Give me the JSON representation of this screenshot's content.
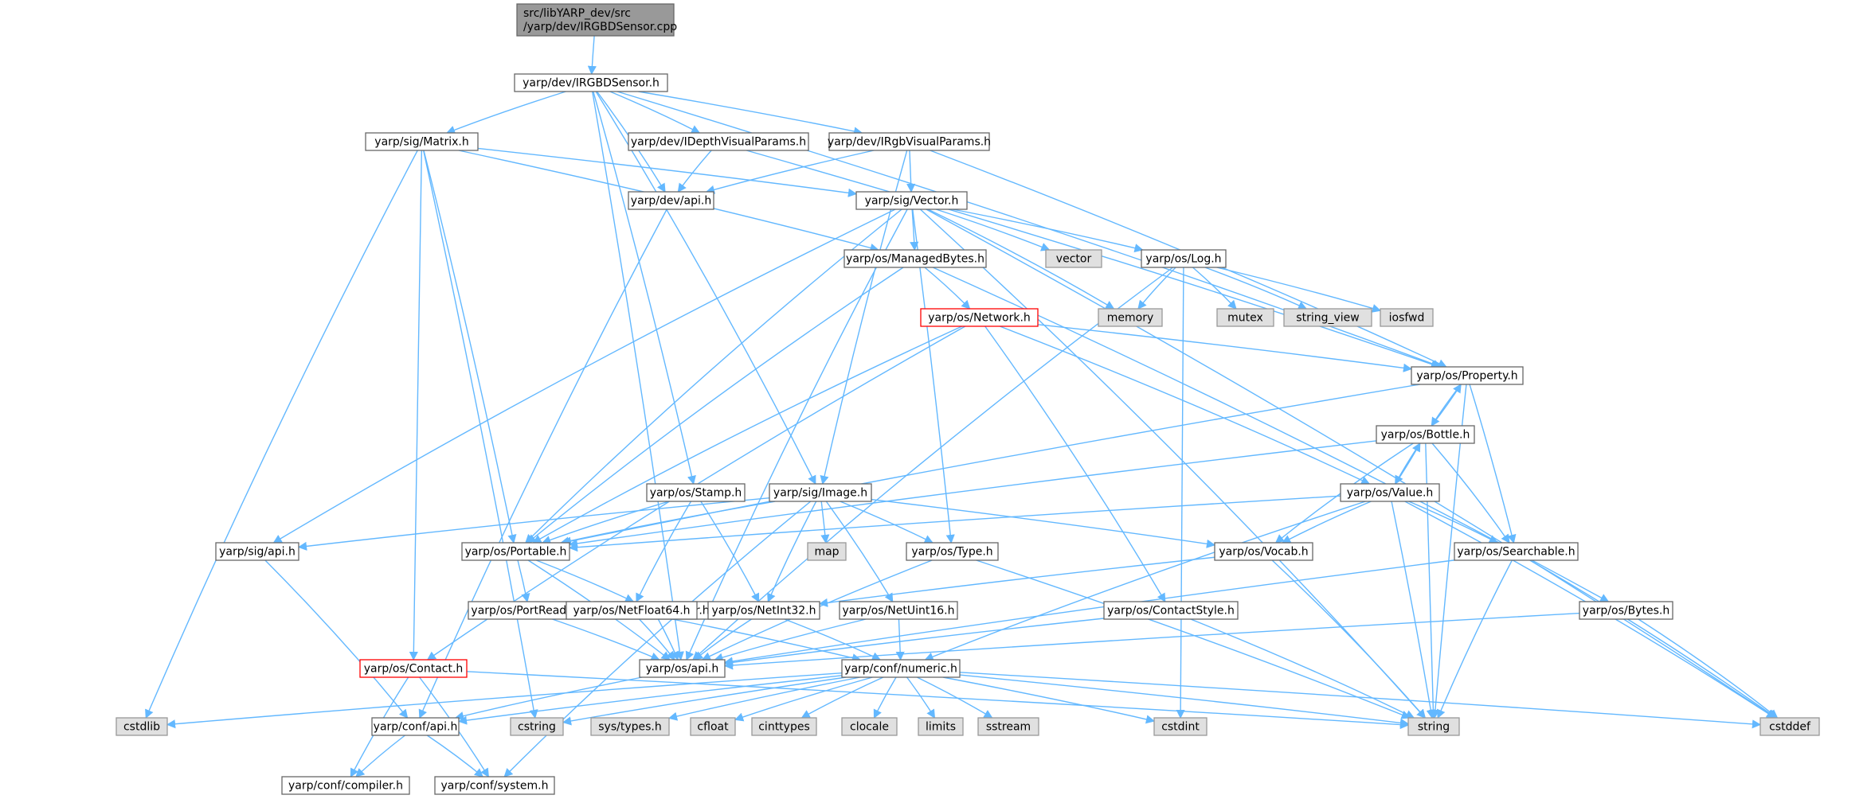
{
  "colors": {
    "edge": "#63b8ff",
    "root_fill": "#999999",
    "header_fill": "#ffffff",
    "header_border": "#666666",
    "system_fill": "#e0e0e0",
    "system_border": "#999999",
    "truncated_border": "#ff0000",
    "text": "#000000"
  },
  "nodes": [
    {
      "id": "root",
      "label_lines": [
        "src/libYARP_dev/src",
        "/yarp/dev/IRGBDSensor.cpp"
      ],
      "kind": "root"
    },
    {
      "id": "IRGBDSensor_h",
      "label_lines": [
        "yarp/dev/IRGBDSensor.h"
      ],
      "kind": "header"
    },
    {
      "id": "sig_Matrix_h",
      "label_lines": [
        "yarp/sig/Matrix.h"
      ],
      "kind": "header"
    },
    {
      "id": "dev_IDepthVisualParams_h",
      "label_lines": [
        "yarp/dev/IDepthVisualParams.h"
      ],
      "kind": "header"
    },
    {
      "id": "dev_IRgbVisualParams_h",
      "label_lines": [
        "yarp/dev/IRgbVisualParams.h"
      ],
      "kind": "header"
    },
    {
      "id": "dev_api_h",
      "label_lines": [
        "yarp/dev/api.h"
      ],
      "kind": "header"
    },
    {
      "id": "sig_Vector_h",
      "label_lines": [
        "yarp/sig/Vector.h"
      ],
      "kind": "header"
    },
    {
      "id": "os_ManagedBytes_h",
      "label_lines": [
        "yarp/os/ManagedBytes.h"
      ],
      "kind": "header"
    },
    {
      "id": "vector",
      "label_lines": [
        "vector"
      ],
      "kind": "system"
    },
    {
      "id": "os_Log_h",
      "label_lines": [
        "yarp/os/Log.h"
      ],
      "kind": "header"
    },
    {
      "id": "memory",
      "label_lines": [
        "memory"
      ],
      "kind": "system"
    },
    {
      "id": "mutex",
      "label_lines": [
        "mutex"
      ],
      "kind": "system"
    },
    {
      "id": "string_view",
      "label_lines": [
        "string_view"
      ],
      "kind": "system"
    },
    {
      "id": "iosfwd",
      "label_lines": [
        "iosfwd"
      ],
      "kind": "system"
    },
    {
      "id": "os_Network_h",
      "label_lines": [
        "yarp/os/Network.h"
      ],
      "kind": "truncated"
    },
    {
      "id": "os_Property_h",
      "label_lines": [
        "yarp/os/Property.h"
      ],
      "kind": "header"
    },
    {
      "id": "os_Bottle_h",
      "label_lines": [
        "yarp/os/Bottle.h"
      ],
      "kind": "header"
    },
    {
      "id": "os_Stamp_h",
      "label_lines": [
        "yarp/os/Stamp.h"
      ],
      "kind": "header"
    },
    {
      "id": "sig_Image_h",
      "label_lines": [
        "yarp/sig/Image.h"
      ],
      "kind": "header"
    },
    {
      "id": "os_Value_h",
      "label_lines": [
        "yarp/os/Value.h"
      ],
      "kind": "header"
    },
    {
      "id": "sig_api_h",
      "label_lines": [
        "yarp/sig/api.h"
      ],
      "kind": "header"
    },
    {
      "id": "os_Portable_h",
      "label_lines": [
        "yarp/os/Portable.h"
      ],
      "kind": "header"
    },
    {
      "id": "map",
      "label_lines": [
        "map"
      ],
      "kind": "system"
    },
    {
      "id": "os_Type_h",
      "label_lines": [
        "yarp/os/Type.h"
      ],
      "kind": "header"
    },
    {
      "id": "os_Vocab_h",
      "label_lines": [
        "yarp/os/Vocab.h"
      ],
      "kind": "header"
    },
    {
      "id": "os_Searchable_h",
      "label_lines": [
        "yarp/os/Searchable.h"
      ],
      "kind": "header"
    },
    {
      "id": "os_PortReader_h",
      "label_lines": [
        "yarp/os/PortReader.h"
      ],
      "kind": "header"
    },
    {
      "id": "os_PortWriter_h",
      "label_lines": [
        "yarp/os/PortWriter.h"
      ],
      "kind": "header"
    },
    {
      "id": "os_NetFloat64_h",
      "label_lines": [
        "yarp/os/NetFloat64.h"
      ],
      "kind": "header"
    },
    {
      "id": "os_NetInt32_h",
      "label_lines": [
        "yarp/os/NetInt32.h"
      ],
      "kind": "header"
    },
    {
      "id": "os_NetUint16_h",
      "label_lines": [
        "yarp/os/NetUint16.h"
      ],
      "kind": "header"
    },
    {
      "id": "os_ContactStyle_h",
      "label_lines": [
        "yarp/os/ContactStyle.h"
      ],
      "kind": "header"
    },
    {
      "id": "os_Bytes_h",
      "label_lines": [
        "yarp/os/Bytes.h"
      ],
      "kind": "header"
    },
    {
      "id": "os_Contact_h",
      "label_lines": [
        "yarp/os/Contact.h"
      ],
      "kind": "truncated"
    },
    {
      "id": "os_api_h",
      "label_lines": [
        "yarp/os/api.h"
      ],
      "kind": "header"
    },
    {
      "id": "conf_numeric_h",
      "label_lines": [
        "yarp/conf/numeric.h"
      ],
      "kind": "header"
    },
    {
      "id": "cstdlib",
      "label_lines": [
        "cstdlib"
      ],
      "kind": "system"
    },
    {
      "id": "conf_api_h",
      "label_lines": [
        "yarp/conf/api.h"
      ],
      "kind": "header"
    },
    {
      "id": "cstring",
      "label_lines": [
        "cstring"
      ],
      "kind": "system"
    },
    {
      "id": "sys_types_h",
      "label_lines": [
        "sys/types.h"
      ],
      "kind": "system"
    },
    {
      "id": "cfloat",
      "label_lines": [
        "cfloat"
      ],
      "kind": "system"
    },
    {
      "id": "cinttypes",
      "label_lines": [
        "cinttypes"
      ],
      "kind": "system"
    },
    {
      "id": "clocale",
      "label_lines": [
        "clocale"
      ],
      "kind": "system"
    },
    {
      "id": "limits",
      "label_lines": [
        "limits"
      ],
      "kind": "system"
    },
    {
      "id": "sstream",
      "label_lines": [
        "sstream"
      ],
      "kind": "system"
    },
    {
      "id": "cstdint",
      "label_lines": [
        "cstdint"
      ],
      "kind": "system"
    },
    {
      "id": "string",
      "label_lines": [
        "string"
      ],
      "kind": "system"
    },
    {
      "id": "cstddef",
      "label_lines": [
        "cstddef"
      ],
      "kind": "system"
    },
    {
      "id": "conf_compiler_h",
      "label_lines": [
        "yarp/conf/compiler.h"
      ],
      "kind": "header"
    },
    {
      "id": "conf_system_h",
      "label_lines": [
        "yarp/conf/system.h"
      ],
      "kind": "header"
    }
  ],
  "edges": [
    [
      "root",
      "IRGBDSensor_h"
    ],
    [
      "IRGBDSensor_h",
      "sig_Matrix_h"
    ],
    [
      "IRGBDSensor_h",
      "dev_IDepthVisualParams_h"
    ],
    [
      "IRGBDSensor_h",
      "dev_IRgbVisualParams_h"
    ],
    [
      "IRGBDSensor_h",
      "dev_api_h"
    ],
    [
      "IRGBDSensor_h",
      "os_Property_h"
    ],
    [
      "IRGBDSensor_h",
      "os_Stamp_h"
    ],
    [
      "IRGBDSensor_h",
      "sig_Image_h"
    ],
    [
      "IRGBDSensor_h",
      "os_api_h"
    ],
    [
      "sig_Matrix_h",
      "sig_Vector_h"
    ],
    [
      "sig_Matrix_h",
      "os_ManagedBytes_h"
    ],
    [
      "sig_Matrix_h",
      "os_Portable_h"
    ],
    [
      "sig_Matrix_h",
      "cstdlib"
    ],
    [
      "sig_Matrix_h",
      "cstring"
    ],
    [
      "sig_Matrix_h",
      "os_Contact_h"
    ],
    [
      "dev_IDepthVisualParams_h",
      "dev_api_h"
    ],
    [
      "dev_IDepthVisualParams_h",
      "os_Property_h"
    ],
    [
      "dev_IRgbVisualParams_h",
      "dev_api_h"
    ],
    [
      "dev_IRgbVisualParams_h",
      "sig_Vector_h"
    ],
    [
      "dev_IRgbVisualParams_h",
      "os_Property_h"
    ],
    [
      "dev_IRgbVisualParams_h",
      "sig_Image_h"
    ],
    [
      "dev_api_h",
      "conf_api_h"
    ],
    [
      "sig_Vector_h",
      "os_ManagedBytes_h"
    ],
    [
      "sig_Vector_h",
      "vector"
    ],
    [
      "sig_Vector_h",
      "os_Log_h"
    ],
    [
      "sig_Vector_h",
      "memory"
    ],
    [
      "sig_Vector_h",
      "string"
    ],
    [
      "sig_Vector_h",
      "cstddef"
    ],
    [
      "sig_Vector_h",
      "os_Portable_h"
    ],
    [
      "sig_Vector_h",
      "os_Type_h"
    ],
    [
      "sig_Vector_h",
      "sig_api_h"
    ],
    [
      "sig_Vector_h",
      "os_api_h"
    ],
    [
      "os_ManagedBytes_h",
      "os_Network_h"
    ],
    [
      "os_ManagedBytes_h",
      "os_Portable_h"
    ],
    [
      "os_ManagedBytes_h",
      "os_Bytes_h"
    ],
    [
      "os_Log_h",
      "memory"
    ],
    [
      "os_Log_h",
      "mutex"
    ],
    [
      "os_Log_h",
      "string_view"
    ],
    [
      "os_Log_h",
      "iosfwd"
    ],
    [
      "os_Log_h",
      "cstdint"
    ],
    [
      "os_Log_h",
      "os_api_h"
    ],
    [
      "os_Network_h",
      "os_Property_h"
    ],
    [
      "os_Network_h",
      "os_Value_h"
    ],
    [
      "os_Network_h",
      "os_Portable_h"
    ],
    [
      "os_Network_h",
      "os_ContactStyle_h"
    ],
    [
      "os_Network_h",
      "os_Contact_h"
    ],
    [
      "os_Property_h",
      "os_Bottle_h"
    ],
    [
      "os_Property_h",
      "os_Searchable_h"
    ],
    [
      "os_Property_h",
      "os_Portable_h"
    ],
    [
      "os_Property_h",
      "string"
    ],
    [
      "os_Bottle_h",
      "os_Property_h"
    ],
    [
      "os_Bottle_h",
      "os_Value_h"
    ],
    [
      "os_Bottle_h",
      "os_Searchable_h"
    ],
    [
      "os_Bottle_h",
      "os_Vocab_h"
    ],
    [
      "os_Bottle_h",
      "os_Portable_h"
    ],
    [
      "os_Bottle_h",
      "string"
    ],
    [
      "os_Value_h",
      "os_Bottle_h"
    ],
    [
      "os_Value_h",
      "os_Searchable_h"
    ],
    [
      "os_Value_h",
      "os_Vocab_h"
    ],
    [
      "os_Value_h",
      "os_Portable_h"
    ],
    [
      "os_Value_h",
      "string"
    ],
    [
      "os_Value_h",
      "cstddef"
    ],
    [
      "os_Value_h",
      "conf_numeric_h"
    ],
    [
      "os_Stamp_h",
      "os_Portable_h"
    ],
    [
      "os_Stamp_h",
      "os_NetInt32_h"
    ],
    [
      "os_Stamp_h",
      "os_NetFloat64_h"
    ],
    [
      "sig_Image_h",
      "os_Portable_h"
    ],
    [
      "sig_Image_h",
      "map"
    ],
    [
      "sig_Image_h",
      "os_Type_h"
    ],
    [
      "sig_Image_h",
      "os_Vocab_h"
    ],
    [
      "sig_Image_h",
      "sig_api_h"
    ],
    [
      "sig_Image_h",
      "os_NetInt32_h"
    ],
    [
      "sig_Image_h",
      "os_NetUint16_h"
    ],
    [
      "sig_Image_h",
      "conf_system_h"
    ],
    [
      "sig_api_h",
      "conf_api_h"
    ],
    [
      "os_Portable_h",
      "os_PortReader_h"
    ],
    [
      "os_Portable_h",
      "os_PortWriter_h"
    ],
    [
      "os_Portable_h",
      "os_api_h"
    ],
    [
      "os_PortReader_h",
      "os_api_h"
    ],
    [
      "os_PortWriter_h",
      "os_api_h"
    ],
    [
      "os_Type_h",
      "string"
    ],
    [
      "os_Type_h",
      "os_api_h"
    ],
    [
      "os_Vocab_h",
      "os_NetInt32_h"
    ],
    [
      "os_Vocab_h",
      "string"
    ],
    [
      "os_Searchable_h",
      "os_api_h"
    ],
    [
      "os_Searchable_h",
      "string"
    ],
    [
      "os_Searchable_h",
      "cstddef"
    ],
    [
      "os_NetFloat64_h",
      "os_api_h"
    ],
    [
      "os_NetFloat64_h",
      "conf_numeric_h"
    ],
    [
      "os_NetInt32_h",
      "os_api_h"
    ],
    [
      "os_NetInt32_h",
      "conf_numeric_h"
    ],
    [
      "os_NetUint16_h",
      "os_api_h"
    ],
    [
      "os_NetUint16_h",
      "conf_numeric_h"
    ],
    [
      "os_ContactStyle_h",
      "os_api_h"
    ],
    [
      "os_ContactStyle_h",
      "string"
    ],
    [
      "os_Bytes_h",
      "os_api_h"
    ],
    [
      "os_Bytes_h",
      "cstddef"
    ],
    [
      "os_Contact_h",
      "conf_compiler_h"
    ],
    [
      "os_Contact_h",
      "conf_system_h"
    ],
    [
      "os_Contact_h",
      "string"
    ],
    [
      "os_api_h",
      "conf_api_h"
    ],
    [
      "conf_numeric_h",
      "conf_api_h"
    ],
    [
      "conf_numeric_h",
      "cstring"
    ],
    [
      "conf_numeric_h",
      "sys_types_h"
    ],
    [
      "conf_numeric_h",
      "cfloat"
    ],
    [
      "conf_numeric_h",
      "cinttypes"
    ],
    [
      "conf_numeric_h",
      "clocale"
    ],
    [
      "conf_numeric_h",
      "limits"
    ],
    [
      "conf_numeric_h",
      "sstream"
    ],
    [
      "conf_numeric_h",
      "cstdint"
    ],
    [
      "conf_numeric_h",
      "string"
    ],
    [
      "conf_numeric_h",
      "cstddef"
    ],
    [
      "conf_numeric_h",
      "cstdlib"
    ],
    [
      "conf_api_h",
      "conf_compiler_h"
    ],
    [
      "conf_api_h",
      "conf_system_h"
    ]
  ]
}
